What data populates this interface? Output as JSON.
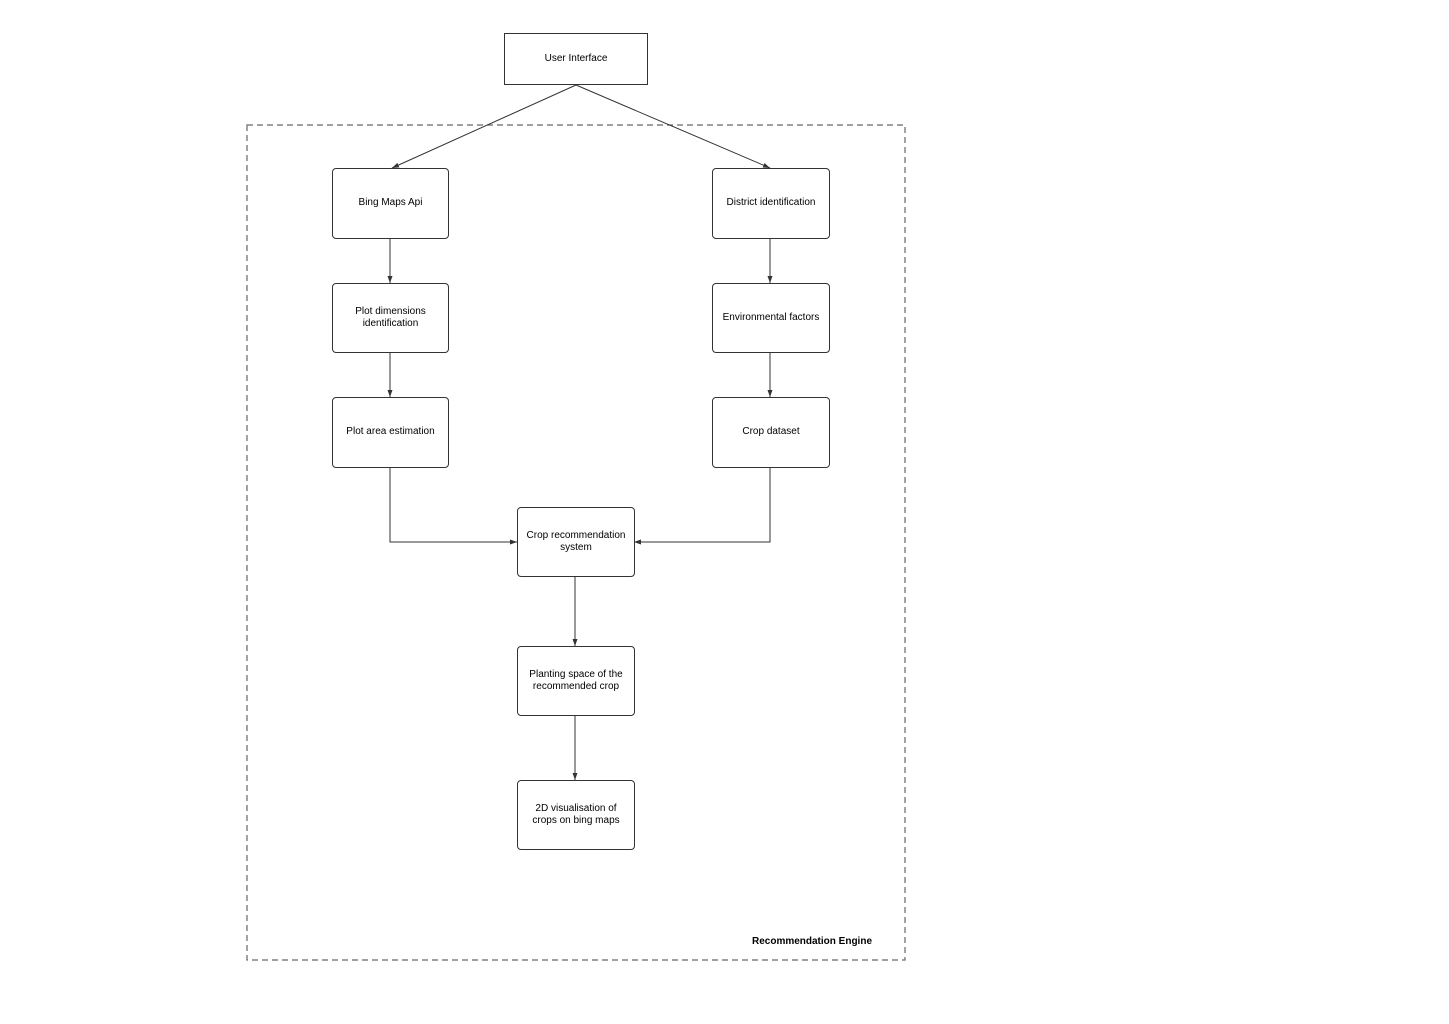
{
  "nodes": {
    "user_interface": "User Interface",
    "bing_maps_api": "Bing Maps Api",
    "plot_dimensions": "Plot dimensions\nidentification",
    "plot_area": "Plot area estimation",
    "district_identification": "District identification",
    "environmental_factors": "Environmental factors",
    "crop_dataset": "Crop dataset",
    "crop_recommendation": "Crop recommendation\nsystem",
    "planting_space": "Planting space of the\nrecommended crop",
    "visualisation": "2D visualisation of\ncrops on bing maps"
  },
  "container": {
    "label": "Recommendation Engine"
  },
  "colors": {
    "stroke": "#333333",
    "dashed_border": "#666666"
  }
}
